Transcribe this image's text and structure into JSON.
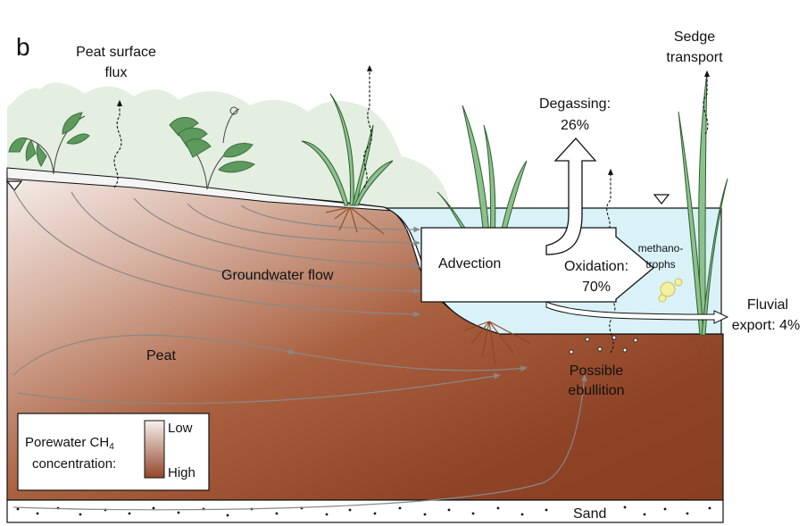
{
  "panel_letter": "b",
  "labels": {
    "peat_surface_flux_1": "Peat surface",
    "peat_surface_flux_2": "flux",
    "sedge_transport_1": "Sedge",
    "sedge_transport_2": "transport",
    "degassing_1": "Degassing:",
    "degassing_2": "26%",
    "advection": "Advection",
    "oxidation_1": "Oxidation:",
    "oxidation_2": "70%",
    "methanotrophs_1": "methano-",
    "methanotrophs_2": "trophs",
    "groundwater_flow": "Groundwater flow",
    "fluvial_export_1": "Fluvial",
    "fluvial_export_2": "export: 4%",
    "peat": "Peat",
    "possible_ebullition_1": "Possible",
    "possible_ebullition_2": "ebullition",
    "sand": "Sand"
  },
  "legend": {
    "title_1": "Porewater CH",
    "title_sub": "4",
    "title_2": "concentration:",
    "low": "Low",
    "high": "High"
  },
  "colors": {
    "peat_dark": "#8b3f24",
    "peat_light": "#f3ece8",
    "water": "#d8f1f7",
    "vegetation_bg": "#e3eedf",
    "leaf_green": "#4f8f4f",
    "root_brown": "#8a4a22",
    "flow_line": "#8a8a8a"
  }
}
